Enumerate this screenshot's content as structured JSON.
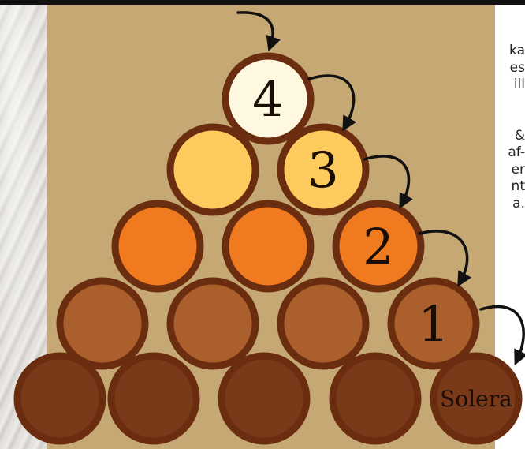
{
  "side_text": {
    "lines_a": [
      "ka",
      "es",
      "ill"
    ],
    "lines_b": [
      "&",
      "af-",
      "er",
      "nt",
      "a."
    ]
  },
  "barrels": [
    {
      "tier": 4,
      "label": "4",
      "color": "#fff8e0"
    },
    {
      "tier": 3,
      "label": "",
      "color": "#fdca5e"
    },
    {
      "tier": 3,
      "label": "3",
      "color": "#fdca5e"
    },
    {
      "tier": 2,
      "label": "",
      "color": "#f07a1f"
    },
    {
      "tier": 2,
      "label": "",
      "color": "#f07a1f"
    },
    {
      "tier": 2,
      "label": "2",
      "color": "#f07a1f"
    },
    {
      "tier": 1,
      "label": "",
      "color": "#aa5f2c"
    },
    {
      "tier": 1,
      "label": "",
      "color": "#aa5f2c"
    },
    {
      "tier": 1,
      "label": "",
      "color": "#aa5f2c"
    },
    {
      "tier": 1,
      "label": "1",
      "color": "#aa5f2c"
    },
    {
      "tier": 0,
      "label": "",
      "color": "#7a3a1a"
    },
    {
      "tier": 0,
      "label": "",
      "color": "#7a3a1a"
    },
    {
      "tier": 0,
      "label": "",
      "color": "#7a3a1a"
    },
    {
      "tier": 0,
      "label": "",
      "color": "#7a3a1a"
    },
    {
      "tier": 0,
      "label": "Solera",
      "color": "#7a3a1a"
    }
  ],
  "colors": {
    "panel_background": "#c5a873",
    "barrel_rim": "#6b2d10",
    "arrow": "#111111"
  }
}
